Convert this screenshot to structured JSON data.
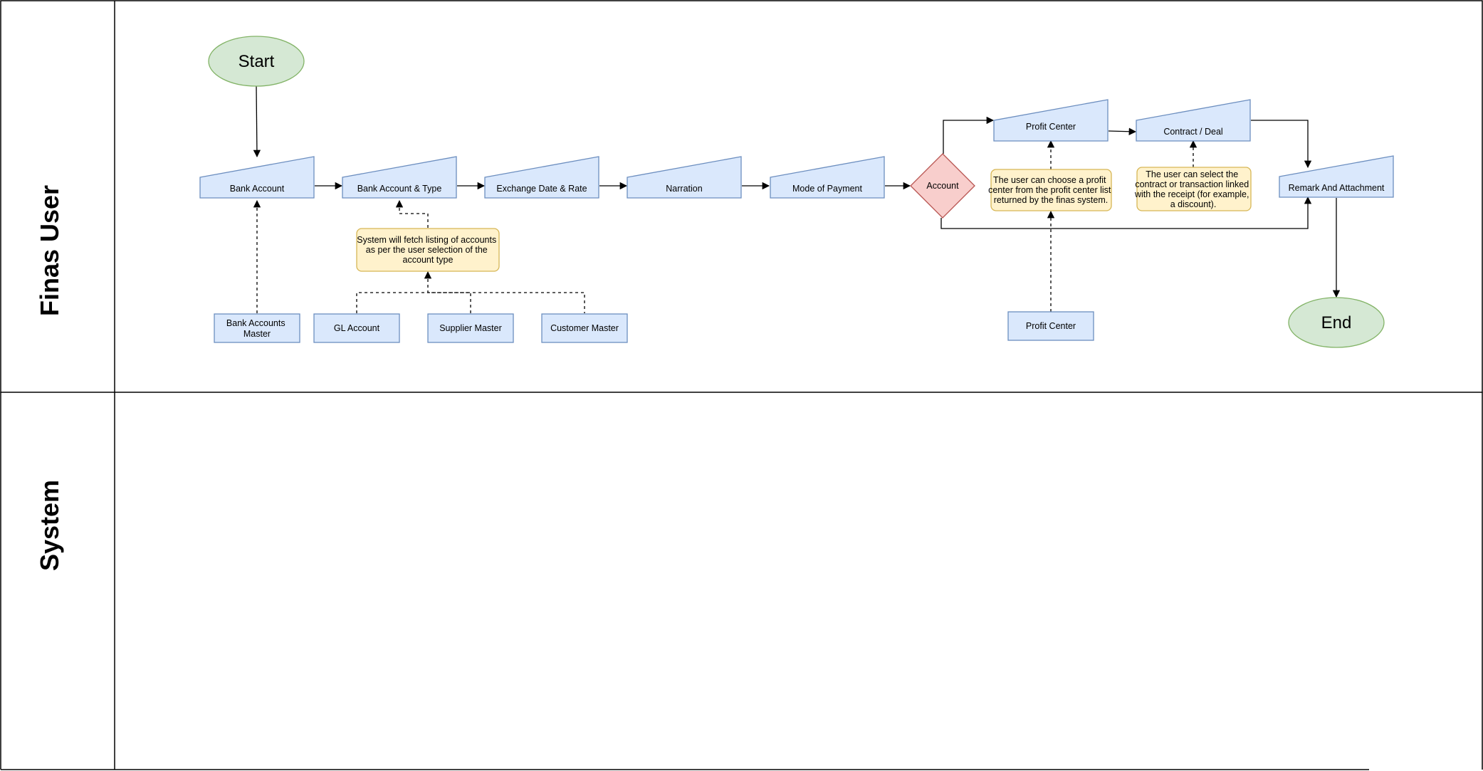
{
  "lanes": {
    "finas_user": "Finas User",
    "system": "System"
  },
  "start": "Start",
  "end": "End",
  "steps": {
    "bank_account": "Bank Account",
    "bank_account_type": "Bank Account & Type",
    "exchange": "Exchange Date & Rate",
    "narration": "Narration",
    "mode_of_payment": "Mode of Payment",
    "profit_center": "Profit Center",
    "contract_deal": "Contract / Deal",
    "remark": "Remark And Attachment"
  },
  "decision": "Account",
  "masters": {
    "bank_accounts_master": [
      "Bank Accounts",
      "Master"
    ],
    "gl_account": "GL Account",
    "supplier_master": "Supplier Master",
    "customer_master": "Customer Master",
    "profit_center_master": "Profit Center"
  },
  "notes": {
    "fetch_accounts": [
      "System will fetch listing of accounts",
      "as per the user selection of the",
      "account type"
    ],
    "profit_center": [
      "The user can choose a profit",
      "center from the profit center list",
      "returned by the finas system."
    ],
    "contract": [
      "The user can select the",
      "contract or transaction linked",
      "with the receipt (for example,",
      "a discount)."
    ]
  },
  "colors": {
    "step_fill": "#dae8fc",
    "step_stroke": "#6c8ebf",
    "note_fill": "#fff2cc",
    "note_stroke": "#d6b656",
    "terminal_fill": "#d5e8d4",
    "terminal_stroke": "#82b366",
    "decision_fill": "#f8cecc",
    "decision_stroke": "#b85450"
  }
}
